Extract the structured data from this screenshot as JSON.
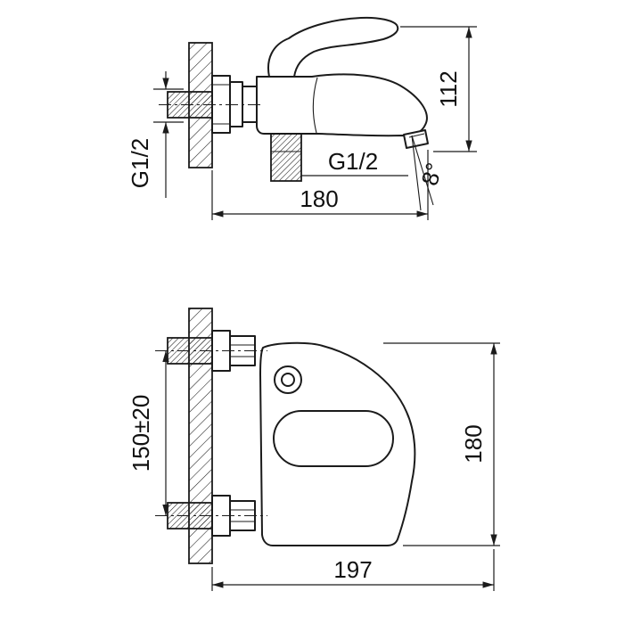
{
  "side_view": {
    "dim_height": "112",
    "dim_depth": "180",
    "thread_wall": "G1/2",
    "thread_outlet": "G1/2",
    "spout_angle": "8°"
  },
  "front_view": {
    "dim_centers": "150±20",
    "dim_height": "180",
    "dim_width": "197"
  }
}
